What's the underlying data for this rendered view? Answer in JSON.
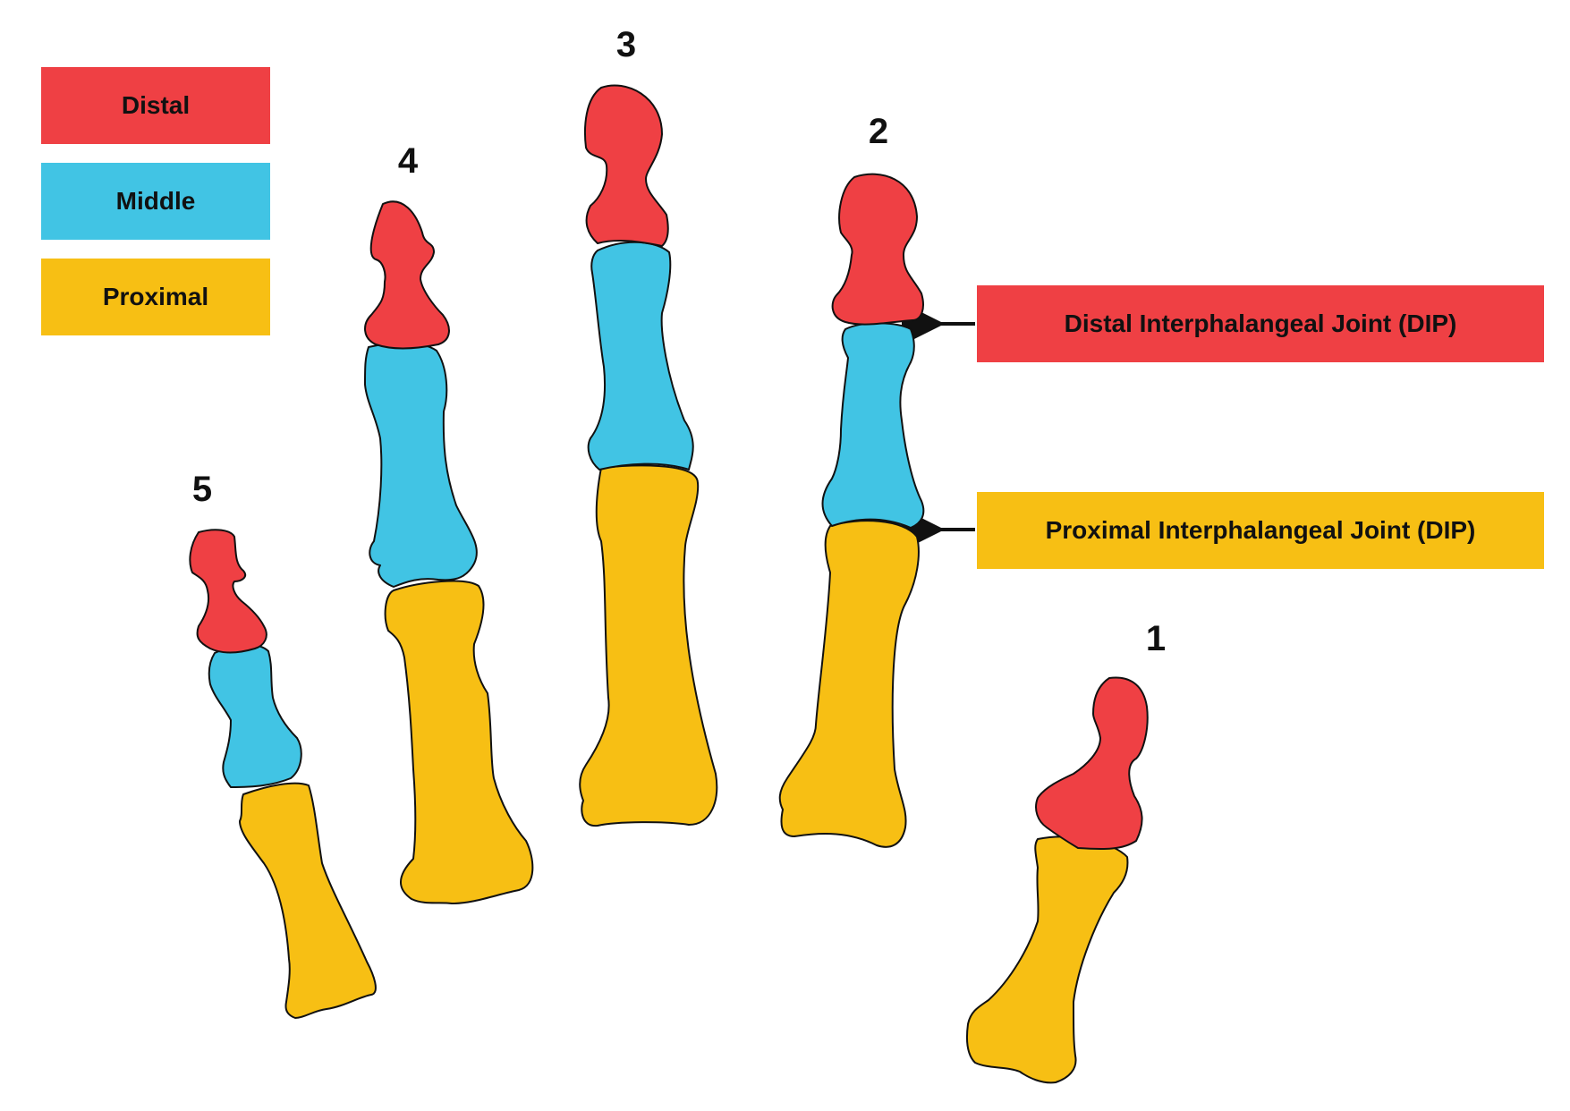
{
  "colors": {
    "distal": "#ef4044",
    "middle": "#41c4e4",
    "proximal": "#f7bf14",
    "outline": "#111111"
  },
  "legend": {
    "distal": "Distal",
    "middle": "Middle",
    "proximal": "Proximal"
  },
  "joints": {
    "dip": "Distal Interphalangeal Joint (DIP)",
    "pip": "Proximal Interphalangeal Joint (DIP)"
  },
  "fingers": {
    "f1": "1",
    "f2": "2",
    "f3": "3",
    "f4": "4",
    "f5": "5"
  }
}
